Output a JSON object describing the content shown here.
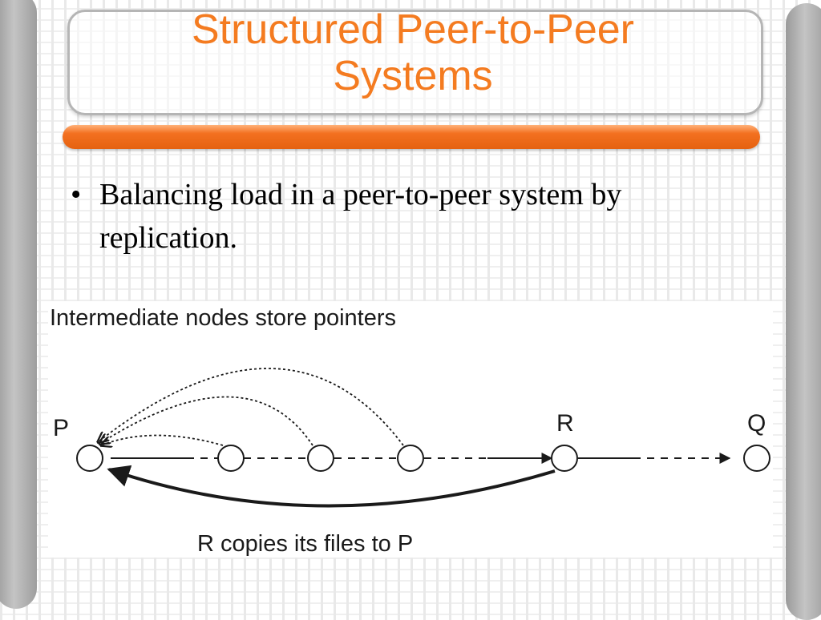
{
  "slide": {
    "title_line1": "Structured Peer-to-Peer",
    "title_line2": "Systems",
    "bullet_char": "•",
    "bullet_text_line1": "Balancing load in a peer-to-peer system by",
    "bullet_text_line2": "replication."
  },
  "figure": {
    "caption_top": "Intermediate nodes store pointers",
    "caption_bottom": "R copies its files to P",
    "node_labels": {
      "p": "P",
      "r": "R",
      "q": "Q"
    }
  },
  "colors": {
    "title": "#f47b20",
    "bar": "#f37020"
  }
}
